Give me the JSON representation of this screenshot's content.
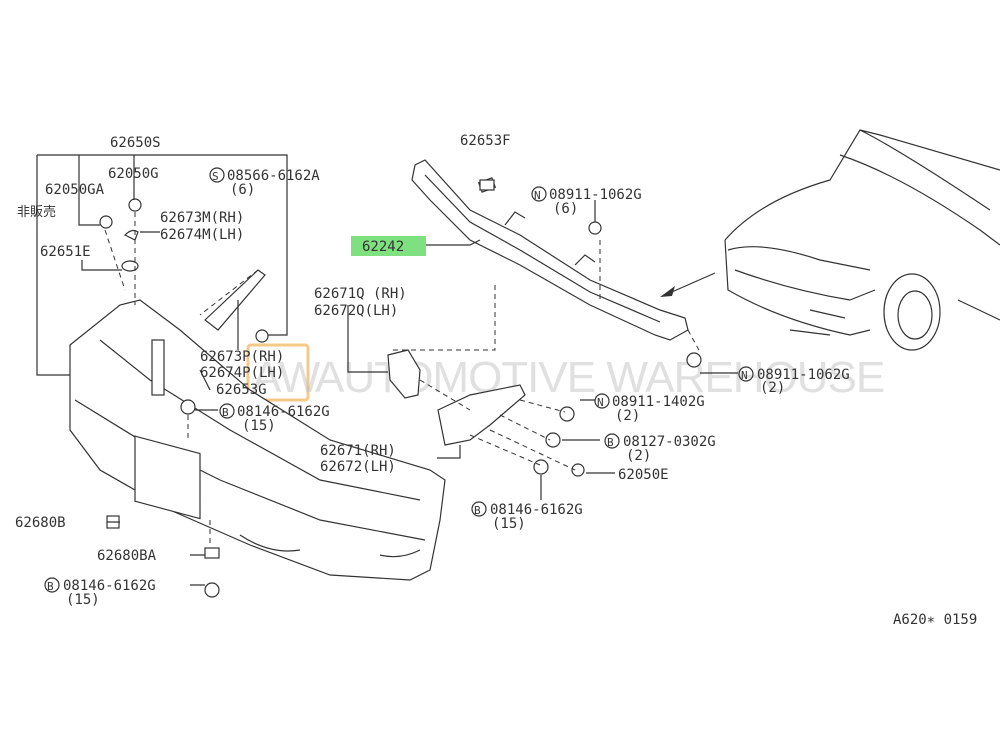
{
  "diagram": {
    "watermark": {
      "logo": "AW",
      "text": "AUTOMOTIVE WAREHOUSE"
    },
    "highlight_color": "#7fe07f",
    "code": "A620∗ 0159",
    "not_sold_note": "非販売",
    "labels": {
      "p62650S": "62650S",
      "p62050G": "62050G",
      "p62050GA": "62050GA",
      "p08566": "08566-6162A",
      "p08566_qty": "(6)",
      "p62673M": "62673M(RH)",
      "p62674M": "62674M(LH)",
      "p62651E": "62651E",
      "p62673P": "62673P(RH)",
      "p62674P": "62674P(LH)",
      "p62653G": "62653G",
      "p08146a": "08146-6162G",
      "p08146a_qty": "(15)",
      "p62653F": "62653F",
      "p08911a": "08911-1062G",
      "p08911a_qty": "(6)",
      "p62242": "62242",
      "p62671Q": "62671Q (RH)",
      "p62672Q": "62672Q(LH)",
      "p08911b": "08911-1062G",
      "p08911b_qty": "(2)",
      "p08911c": "08911-1402G",
      "p08911c_qty": "(2)",
      "p08127": "08127-0302G",
      "p08127_qty": "(2)",
      "p62050E": "62050E",
      "p62671": "62671(RH)",
      "p62672": "62672(LH)",
      "p08146b": "08146-6162G",
      "p08146b_qty": "(15)",
      "p62680B": "62680B",
      "p62680BA": "62680BA",
      "p08146c": "08146-6162G",
      "p08146c_qty": "(15)"
    },
    "prefix": {
      "S": "S",
      "N": "N",
      "B": "B"
    }
  }
}
